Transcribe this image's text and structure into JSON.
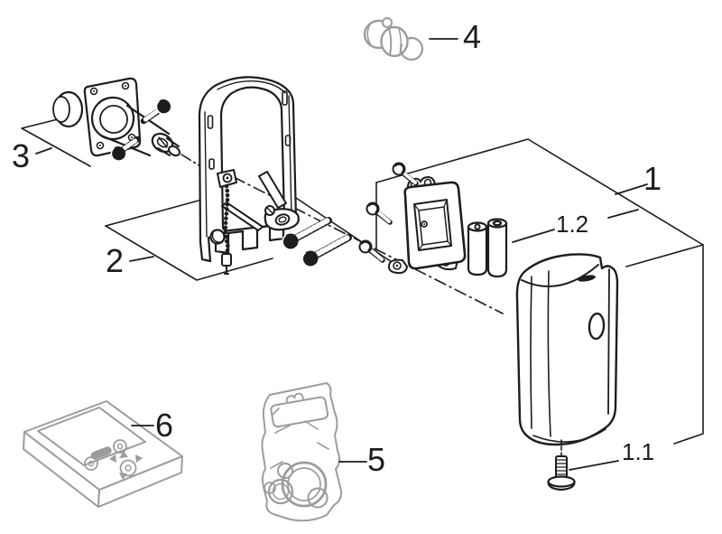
{
  "diagram": {
    "type": "exploded-parts-diagram",
    "background_color": "#ffffff",
    "primary_line_color": "#1d1d1b",
    "secondary_line_color": "#9c9c9c"
  },
  "parts": [
    {
      "callout": "1",
      "drawing": "sensor-housing-cover"
    },
    {
      "callout": "1.1",
      "drawing": "cover-fixing-screw"
    },
    {
      "callout": "1.2",
      "drawing": "battery-pack"
    },
    {
      "callout": "2",
      "drawing": "mounting-frame-with-chain"
    },
    {
      "callout": "3",
      "drawing": "flush-valve-with-screws"
    },
    {
      "callout": "4",
      "drawing": "check-valve-with-retaining-clip"
    },
    {
      "callout": "5",
      "drawing": "seal-kit-bag"
    },
    {
      "callout": "6",
      "drawing": "remote-control"
    }
  ]
}
